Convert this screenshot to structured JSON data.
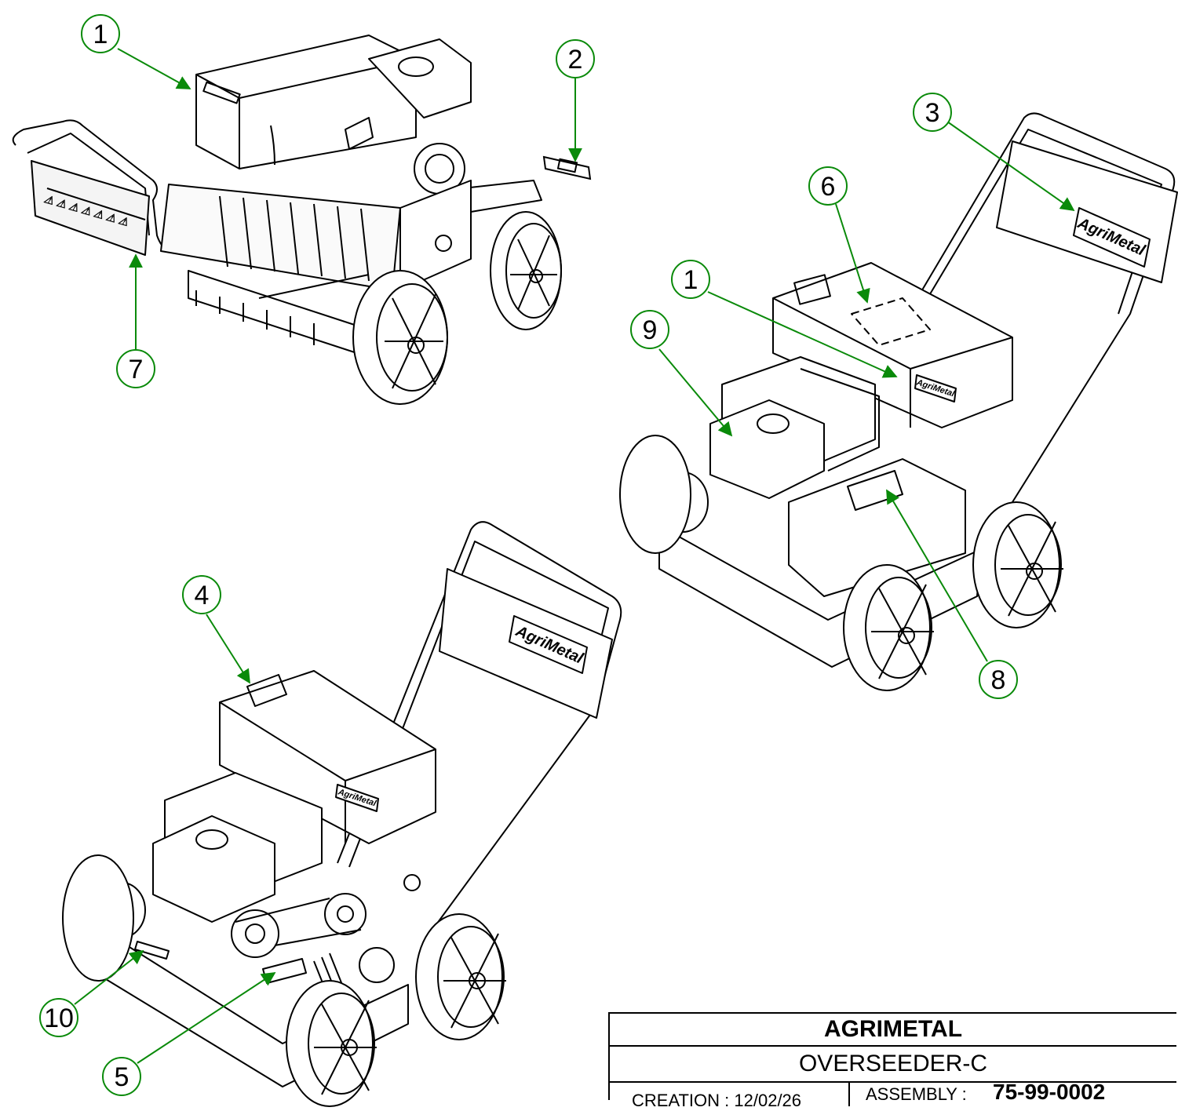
{
  "title_block": {
    "company": "AGRIMETAL",
    "product": "OVERSEEDER-C",
    "creation_label": "CREATION :",
    "creation_date": "12/02/26",
    "assembly_label": "ASSEMBLY :",
    "assembly_number": "75-99-0002"
  },
  "brand_decal": "AgriMetal",
  "callouts": {
    "c1a": "1",
    "c2": "2",
    "c3": "3",
    "c4": "4",
    "c5": "5",
    "c6": "6",
    "c7": "7",
    "c8": "8",
    "c9": "9",
    "c10": "10",
    "c1b": "1"
  },
  "colors": {
    "callout": "#0a8a0a",
    "line": "#000000"
  }
}
